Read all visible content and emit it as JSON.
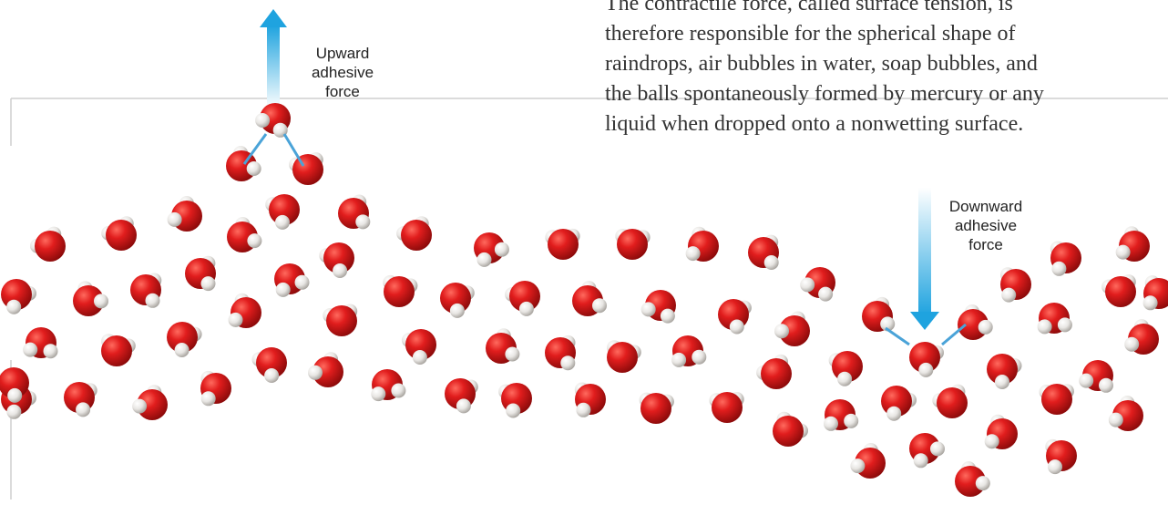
{
  "paragraph": {
    "lines": [
      "The contractile force, called surface tension, is",
      "therefore responsible for the spherical shape of",
      "raindrops, air bubbles in water, soap bubbles, and",
      "the balls spontaneously formed by mercury or any",
      "liquid when dropped onto a nonwetting surface."
    ]
  },
  "labels": {
    "upward": "Upward\nadhesive\nforce",
    "downward": "Downward\nadhesive\nforce"
  },
  "colors": {
    "oxygen": "#d91a1a",
    "hydrogen": "#e6e6e6",
    "arrow": "#2aa7df",
    "bond_arrow": "#4aa3d8",
    "frame": "#cfcfcf"
  }
}
